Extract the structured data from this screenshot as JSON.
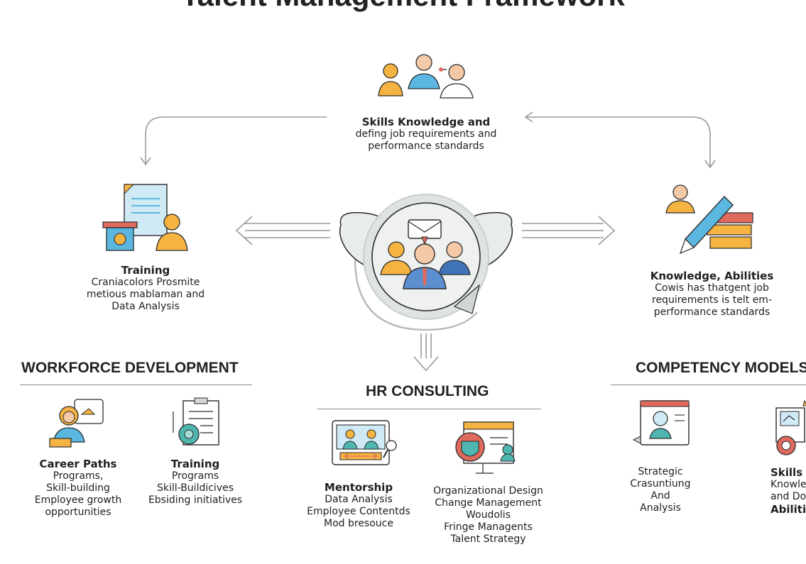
{
  "title": "Talent Management Framework",
  "top_node": {
    "title": "Skills Knowledge and",
    "lines": [
      "defing job requirements and",
      "performance standards"
    ],
    "icon": "people-group-icon"
  },
  "left_node": {
    "title": "Training",
    "lines": [
      "Craniacolors Prosmite",
      "metious mablaman and",
      "Data Analysis"
    ],
    "icon": "training-documents-icon"
  },
  "right_node": {
    "title": "Knowledge, Abilities",
    "lines": [
      "Cowis has thatgent job",
      "requirements is telt em-",
      "performance standards"
    ],
    "icon": "pencil-books-icon"
  },
  "hub": {
    "icon": "team-hub-icon"
  },
  "sections": {
    "workforce": {
      "heading": "WORKFORCE DEVELOPMENT",
      "items": [
        {
          "title": "Career Paths",
          "lines": [
            "Programs,",
            "Skill-building",
            "Employee growth",
            "opportunities"
          ],
          "icon": "career-woman-icon"
        },
        {
          "title": "Training",
          "lines": [
            "Programs",
            "Skill-Buildicives",
            "Ebsiding initiatives"
          ],
          "icon": "checklist-icon"
        }
      ]
    },
    "hr": {
      "heading": "HR CONSULTING",
      "items": [
        {
          "title": "Mentorship",
          "lines": [
            "Data Analysis",
            "Employee Contentds",
            "Mod bresouce"
          ],
          "icon": "video-meeting-icon"
        },
        {
          "title": "",
          "lines": [
            "Organizational Design",
            "Change Management",
            "Woudolis",
            "Fringe Managents",
            "Talent Strategy"
          ],
          "icon": "org-design-icon"
        }
      ]
    },
    "competency": {
      "heading": "COMPETENCY MODELS",
      "items": [
        {
          "title": "",
          "lines": [
            "Strategic",
            "Crasuntiung",
            "And",
            "Analysis"
          ],
          "icon": "profile-book-icon"
        },
        {
          "title": "",
          "lines": [
            "Skills",
            "Knowledge",
            "and Doe",
            "Abilities"
          ],
          "icon": "clipboard-award-icon"
        }
      ]
    }
  },
  "colors": {
    "outline": "#2b2b2b",
    "blue": "#5bb7e0",
    "orange": "#f5b342",
    "red": "#e06a5e",
    "teal": "#4fb6b0",
    "gray": "#cfd6d4",
    "line": "#9a9a9a"
  }
}
